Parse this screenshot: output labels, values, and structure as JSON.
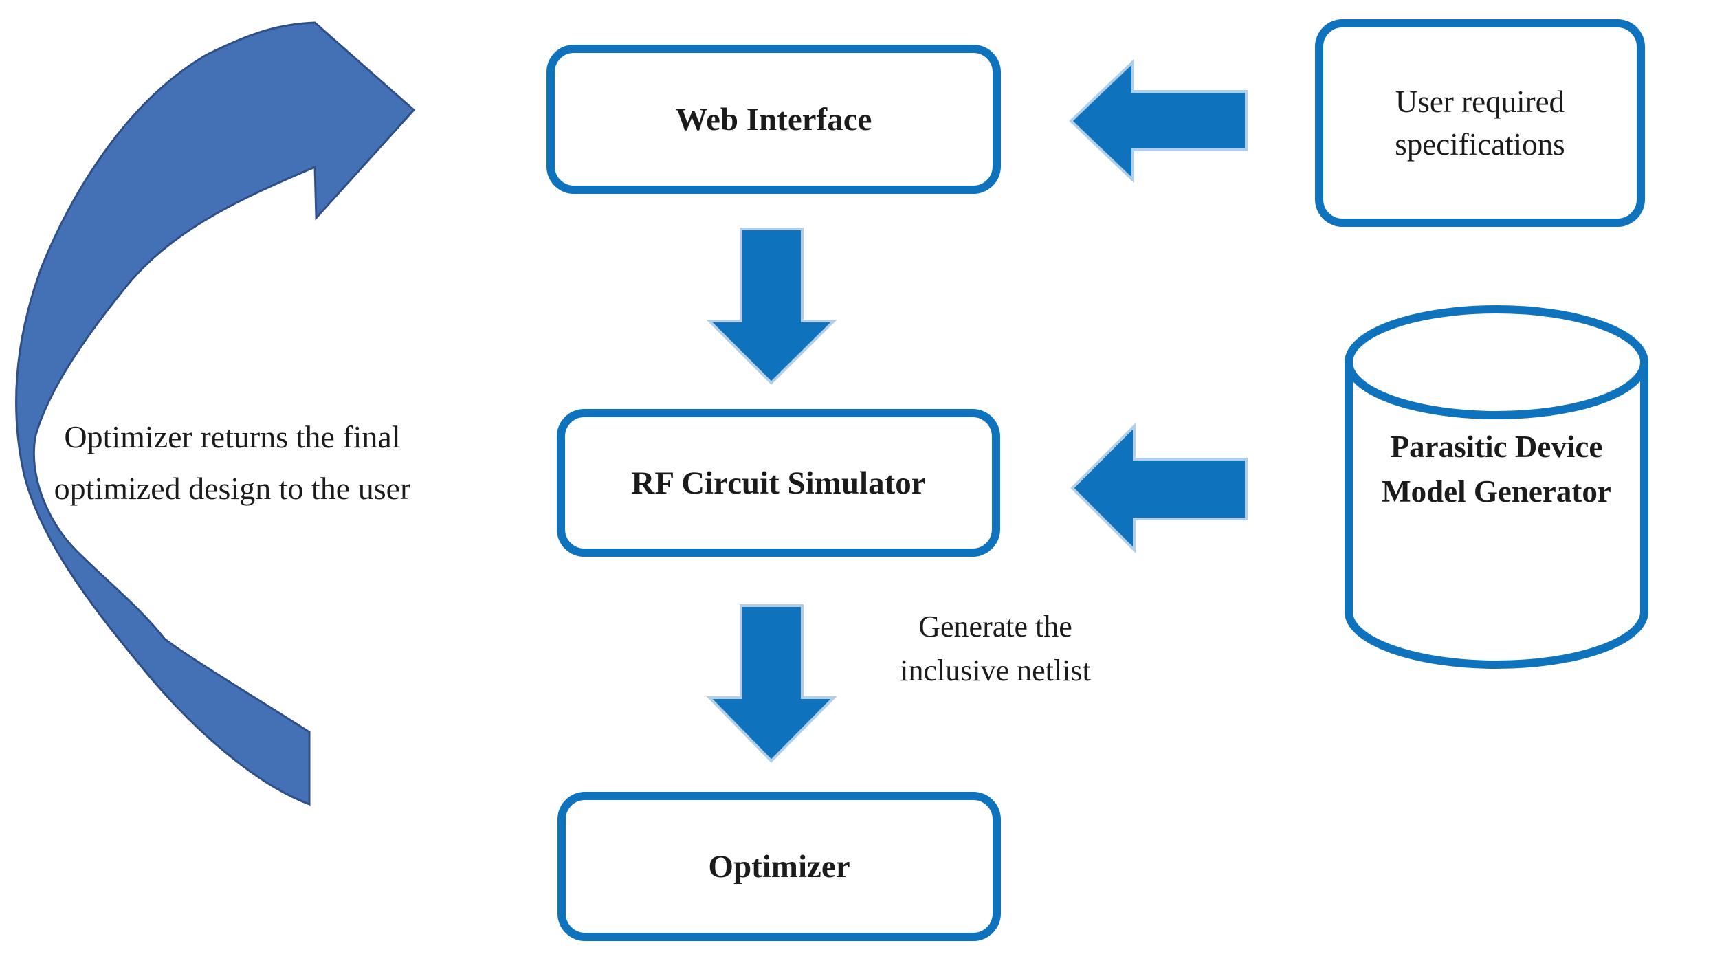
{
  "diagram": {
    "description": "RF circuit design optimization flow diagram",
    "nodes": {
      "web_interface": {
        "label": "Web Interface",
        "shape": "rounded-rectangle"
      },
      "user_specs": {
        "label": "User required specifications",
        "shape": "rounded-rectangle"
      },
      "rf_simulator": {
        "label": "RF Circuit Simulator",
        "shape": "rounded-rectangle"
      },
      "parasitic_generator": {
        "label": "Parasitic Device Model Generator",
        "shape": "cylinder-database"
      },
      "optimizer": {
        "label": "Optimizer",
        "shape": "rounded-rectangle"
      }
    },
    "annotations": {
      "return_note": "Optimizer returns the final optimized design to the user",
      "netlist_note": "Generate the inclusive netlist"
    },
    "edges": [
      {
        "from": "user_specs",
        "to": "web_interface",
        "icon": "left-block-arrow-icon"
      },
      {
        "from": "web_interface",
        "to": "rf_simulator",
        "icon": "down-block-arrow-icon"
      },
      {
        "from": "parasitic_generator",
        "to": "rf_simulator",
        "icon": "left-block-arrow-icon"
      },
      {
        "from": "rf_simulator",
        "to": "optimizer",
        "icon": "down-block-arrow-icon",
        "label": "Generate the inclusive netlist"
      },
      {
        "from": "optimizer",
        "to": "web_interface",
        "icon": "curved-return-arrow-icon",
        "label": "Optimizer returns the final optimized design to the user"
      }
    ],
    "colors": {
      "node_border": "#0e72bc",
      "node_fill": "#ffffff",
      "block_arrow_fill": "#0e72bc",
      "block_arrow_edge": "#b3cfe8",
      "curved_arrow_fill": "#4470b5",
      "curved_arrow_edge": "#2f4f87",
      "text": "#1b1b1b",
      "background": "#ffffff"
    }
  }
}
